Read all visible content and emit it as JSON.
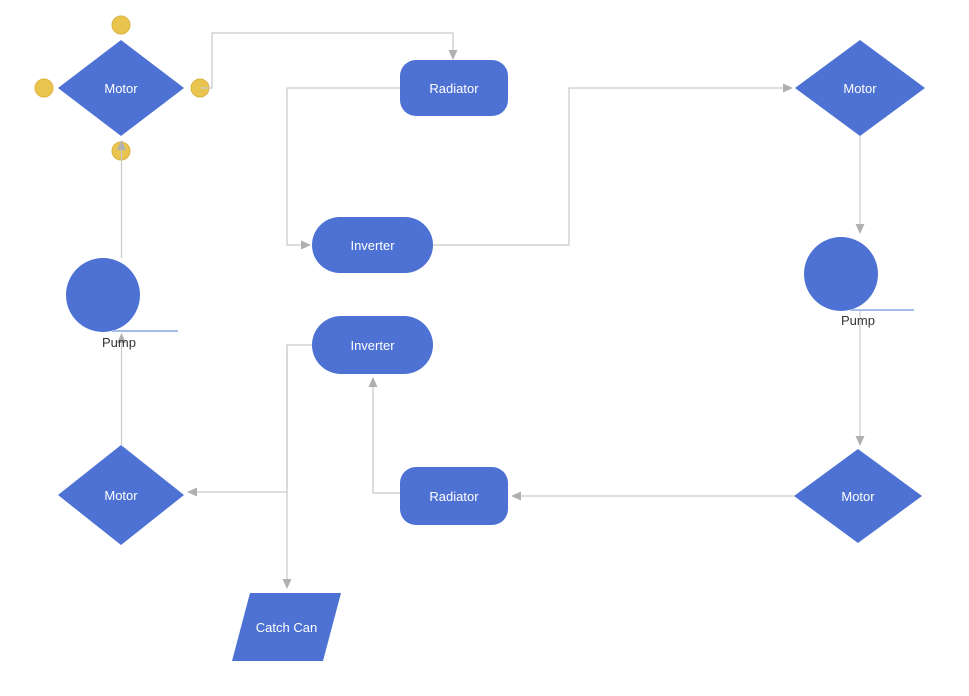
{
  "app": {
    "view": "flowchart-canvas"
  },
  "theme": {
    "canvas_bg": "#ffffff",
    "node_fill": "#4d72d4",
    "node_text": "#ffffff",
    "label_text": "#333333",
    "edge_color": "#c9c9c9",
    "arrow_color": "#b0b0b0",
    "handle_color": "#e9c44f",
    "handle_border": "#dcb23f",
    "pump_underline": "#a3bce8"
  },
  "nodes": [
    {
      "id": "motor-top-left",
      "type": "decision-diamond",
      "label": "Motor"
    },
    {
      "id": "radiator-top",
      "type": "rounded-rectangle",
      "label": "Radiator"
    },
    {
      "id": "motor-top-right",
      "type": "decision-diamond",
      "label": "Motor"
    },
    {
      "id": "inverter-top",
      "type": "stadium",
      "label": "Inverter"
    },
    {
      "id": "pump-left",
      "type": "circle",
      "label": "Pump"
    },
    {
      "id": "pump-right",
      "type": "circle",
      "label": "Pump"
    },
    {
      "id": "inverter-bottom",
      "type": "stadium",
      "label": "Inverter"
    },
    {
      "id": "motor-bottom-left",
      "type": "decision-diamond",
      "label": "Motor"
    },
    {
      "id": "radiator-bottom",
      "type": "rounded-rectangle",
      "label": "Radiator"
    },
    {
      "id": "motor-bottom-right",
      "type": "decision-diamond",
      "label": "Motor"
    },
    {
      "id": "catch-can",
      "type": "parallelogram",
      "label": "Catch Can"
    }
  ],
  "edges": [
    {
      "from": "motor-bottom-left",
      "to": "pump-left"
    },
    {
      "from": "pump-left",
      "to": "motor-top-left"
    },
    {
      "from": "motor-top-left",
      "to": "radiator-top"
    },
    {
      "from": "radiator-top",
      "to": "inverter-top"
    },
    {
      "from": "inverter-top",
      "to": "motor-top-right"
    },
    {
      "from": "motor-top-right",
      "to": "pump-right"
    },
    {
      "from": "pump-right",
      "to": "motor-bottom-right"
    },
    {
      "from": "motor-bottom-right",
      "to": "radiator-bottom"
    },
    {
      "from": "radiator-bottom",
      "to": "inverter-bottom"
    },
    {
      "from": "inverter-bottom",
      "to": "motor-bottom-left"
    },
    {
      "from": "inverter-bottom",
      "to": "catch-can"
    }
  ],
  "connection_handles": {
    "node": "motor-top-left",
    "positions": [
      "top",
      "left",
      "right",
      "bottom"
    ]
  }
}
